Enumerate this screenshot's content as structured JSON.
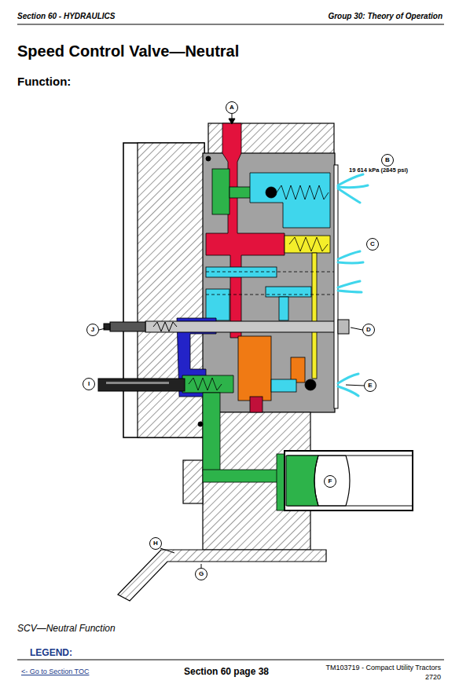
{
  "diagram": {
    "title": "Speed Control Valve—Neutral",
    "caption": "SCV—Neutral Function",
    "nodes": [
      {
        "text": [
          "A"
        ]
      },
      {
        "text": [
          "B"
        ]
      },
      {
        "text": [
          "C"
        ]
      },
      {
        "text": [
          "J"
        ]
      },
      {
        "text": [
          "D"
        ]
      },
      {
        "text": [
          "I"
        ]
      },
      {
        "text": [
          "E"
        ]
      },
      {
        "text": [
          "F"
        ]
      },
      {
        "text": [
          "H"
        ]
      },
      {
        "text": [
          "G"
        ]
      }
    ],
    "labels": [
      "Section 60 - HYDRAULICS",
      "Group 30: Theory of Operation",
      "Function:",
      "19 614 kPa (2845 psi)",
      "LEGEND:",
      "<- Go to Section TOC",
      "Section 60 page 38",
      "TM103719 - Compact Utility Tractors",
      "2720"
    ]
  }
}
